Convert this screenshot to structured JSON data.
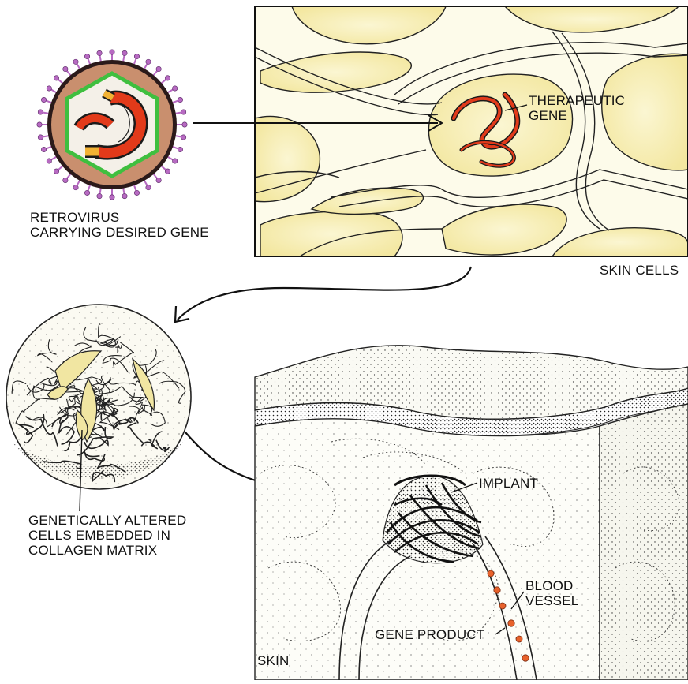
{
  "labels": {
    "retrovirus": "RETROVIRUS\nCARRYING DESIRED GENE",
    "therapeutic_gene": "THERAPEUTIC\nGENE",
    "skin_cells": "SKIN CELLS",
    "altered_cells": "GENETICALLY ALTERED\nCELLS EMBEDDED IN\nCOLLAGEN MATRIX",
    "implant": "IMPLANT",
    "blood_vessel": "BLOOD\nVESSEL",
    "gene_product": "GENE PRODUCT",
    "skin": "SKIN"
  },
  "colors": {
    "cell_fill": "#f6efb8",
    "virus_body": "#c98f6e",
    "envelope": "#2b1a1a",
    "spike": "#b76ac2",
    "capsid": "#3fbf3f",
    "gene_red": "#e23a1a",
    "gene_orange": "#f2b233",
    "blood_cell": "#e8622c"
  }
}
